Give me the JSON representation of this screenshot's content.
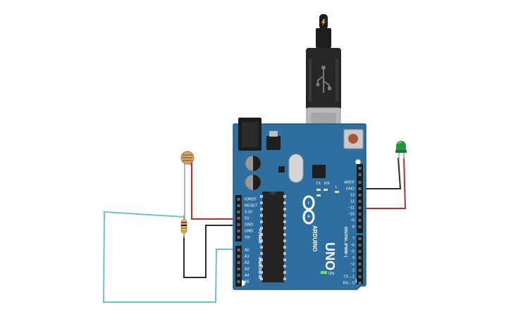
{
  "board": {
    "brand": "ARDUINO",
    "model": "UNO",
    "logo": "∞",
    "on_label": "ON",
    "led_l": "L",
    "led_tx": "TX",
    "led_rx": "RX",
    "power_header_title": "POWER",
    "analog_header_title": "ANALOG IN",
    "digital_header_title": "DIGITAL (PWM~)",
    "power_pins": [
      "IOREF",
      "RESET",
      "3.3V",
      "5V",
      "GND",
      "GND",
      "Vin"
    ],
    "analog_pins": [
      "A0",
      "A1",
      "A2",
      "A3",
      "A4",
      "A5"
    ],
    "digital_pins_top": [
      "AREF",
      "GND",
      "13",
      "12",
      "~11",
      "~10",
      "~9",
      "8"
    ],
    "digital_pins_bottom": [
      "7",
      "~6",
      "~5",
      "4",
      "~3",
      "2",
      "TX→1",
      "RX←0"
    ]
  },
  "components": {
    "usb_cable": "usb-cable-icon",
    "led": "led-icon",
    "photoresistor": "photoresistor-icon",
    "resistor": "resistor-icon"
  },
  "colors": {
    "board": "#2f6f9f",
    "board_edge": "#245a85",
    "wire_red": "#d0242a",
    "wire_black": "#2b2b2b",
    "wire_teal": "#6cc5c8",
    "led_green": "#1f9a3a"
  }
}
